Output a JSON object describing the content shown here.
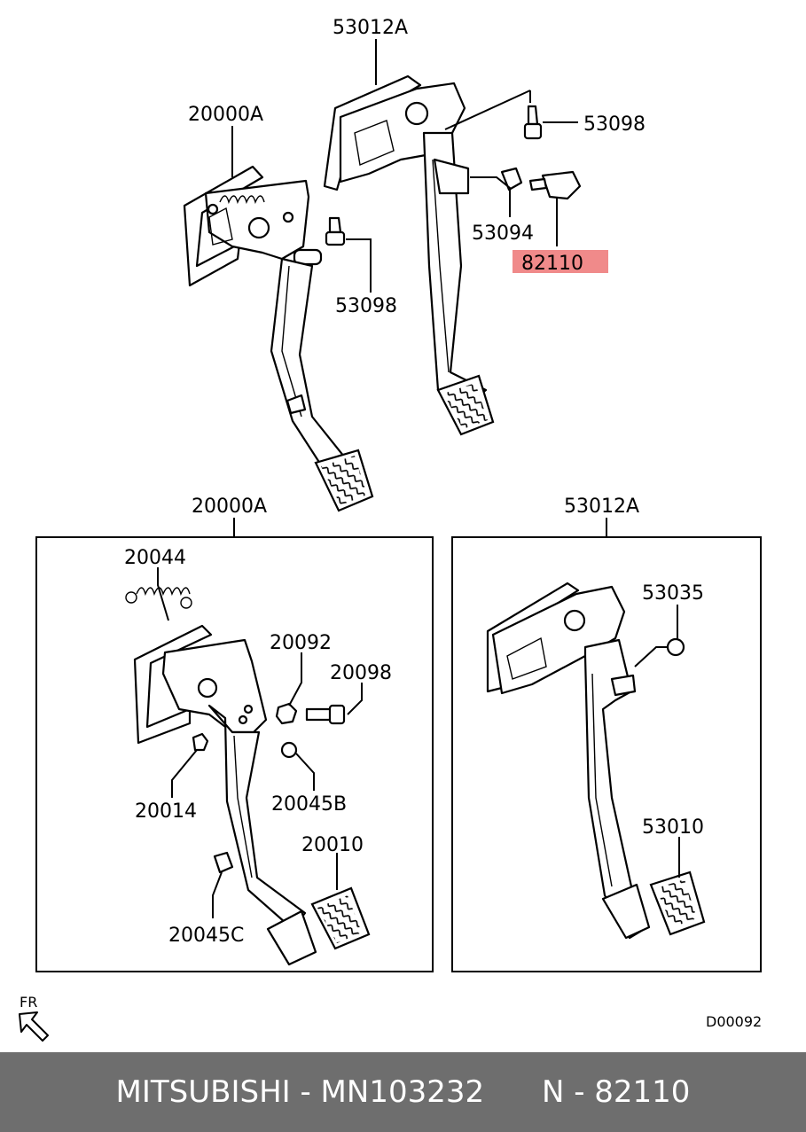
{
  "diagram": {
    "labels": {
      "top_brake_pedal_assy": "53012A",
      "top_clutch_pedal_assy": "20000A",
      "top_bolt_right": "53098",
      "top_bolt_left": "53098",
      "clip": "53094",
      "switch": "82110",
      "box_left_title": "20000A",
      "box_right_title": "53012A",
      "spring": "20044",
      "nut": "20092",
      "bolt": "20098",
      "nut_small": "20014",
      "bushing": "20045B",
      "pad_left": "20010",
      "clip_lower": "20045C",
      "stopper": "53035",
      "pad_right": "53010"
    },
    "highlight_color": "#f08a8a",
    "fr_label": "FR",
    "fr_arrow_icon": "front-direction-arrow",
    "drawing_code": "D00092"
  },
  "footer": {
    "text": "MITSUBISHI - MN103232      N - 82110"
  }
}
